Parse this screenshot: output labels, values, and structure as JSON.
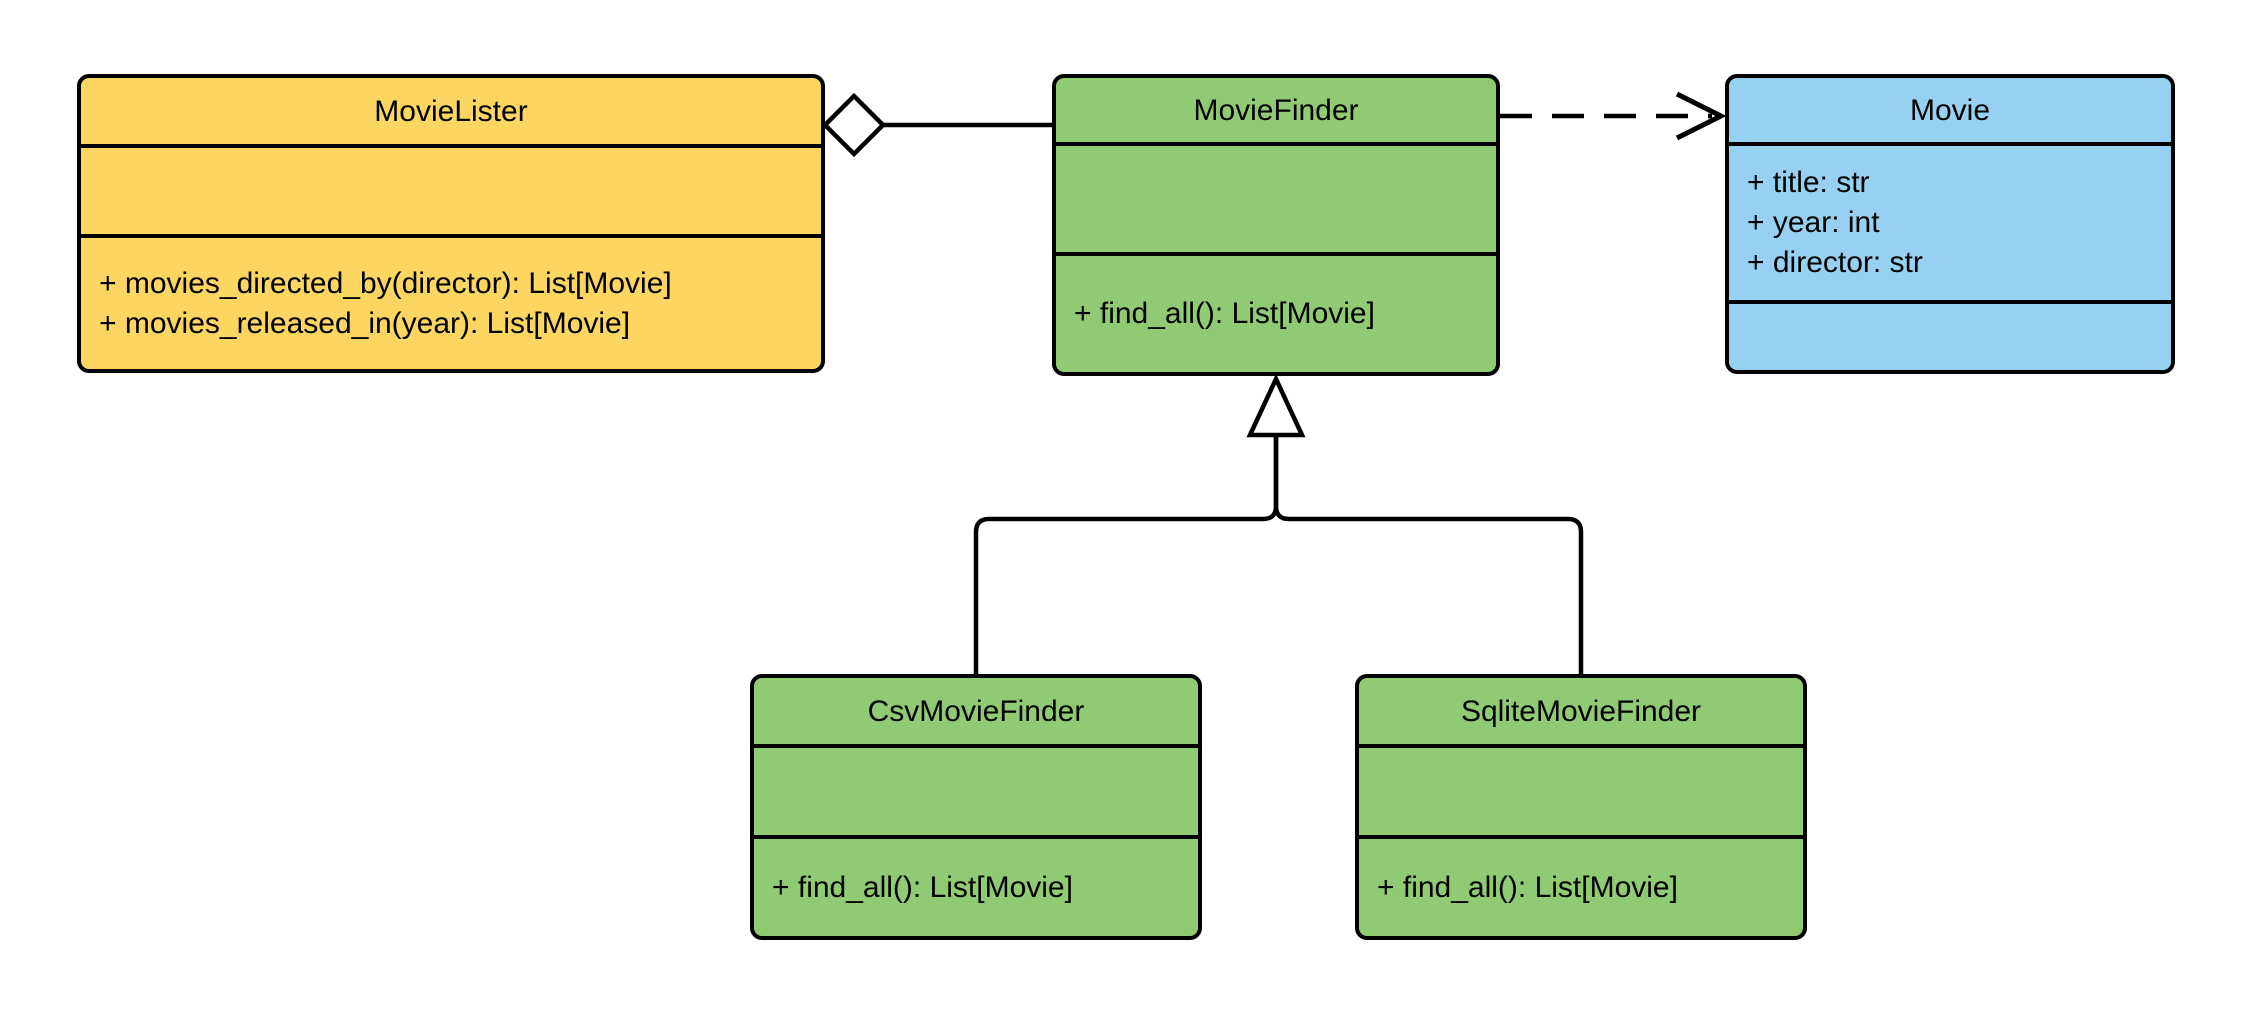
{
  "diagram": {
    "type": "uml-class-diagram",
    "background_color": "#ffffff",
    "stroke_color": "#000000",
    "classes": [
      {
        "name": "MovieLister",
        "fill": "#FCD660",
        "attributes": [],
        "methods": [
          "+ movies_directed_by(director): List[Movie]",
          "+ movies_released_in(year): List[Movie]"
        ]
      },
      {
        "name": "MovieFinder",
        "fill": "#90CB74",
        "attributes": [],
        "methods": [
          "+ find_all(): List[Movie]"
        ]
      },
      {
        "name": "Movie",
        "fill": "#96D1F2",
        "attributes": [
          "+ title: str",
          "+ year: int",
          "+ director: str"
        ],
        "methods": []
      },
      {
        "name": "CsvMovieFinder",
        "fill": "#90CB74",
        "attributes": [],
        "methods": [
          "+ find_all(): List[Movie]"
        ]
      },
      {
        "name": "SqliteMovieFinder",
        "fill": "#90CB74",
        "attributes": [],
        "methods": [
          "+ find_all(): List[Movie]"
        ]
      }
    ],
    "relationships": [
      {
        "type": "aggregation",
        "from": "MovieLister",
        "to": "MovieFinder",
        "line": "solid",
        "marker": "hollow-diamond"
      },
      {
        "type": "dependency",
        "from": "MovieFinder",
        "to": "Movie",
        "line": "dashed",
        "marker": "open-arrow"
      },
      {
        "type": "inheritance",
        "from": "CsvMovieFinder",
        "to": "MovieFinder",
        "line": "solid",
        "marker": "hollow-triangle"
      },
      {
        "type": "inheritance",
        "from": "SqliteMovieFinder",
        "to": "MovieFinder",
        "line": "solid",
        "marker": "hollow-triangle"
      }
    ]
  }
}
